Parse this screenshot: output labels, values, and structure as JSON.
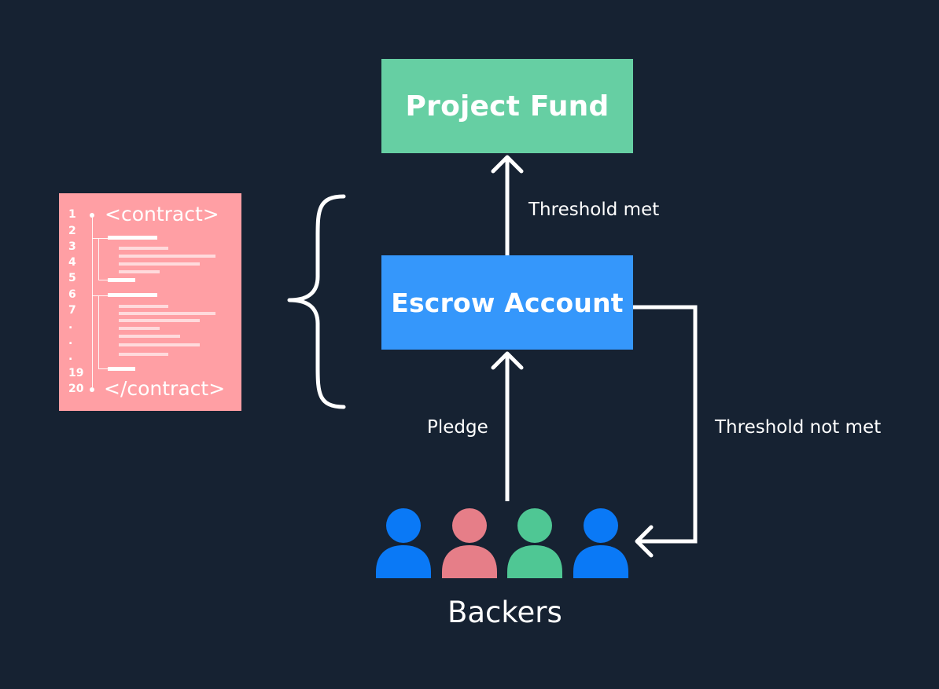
{
  "nodes": {
    "project_fund": "Project Fund",
    "escrow_account": "Escrow Account"
  },
  "edges": {
    "threshold_met": "Threshold met",
    "pledge": "Pledge",
    "threshold_not_met": "Threshold not met"
  },
  "backers": {
    "label": "Backers",
    "colors": [
      "#0a79f6",
      "#e67e88",
      "#4fc794",
      "#0a79f6"
    ]
  },
  "contract_doc": {
    "open_tag": "<contract>",
    "close_tag": "</contract>",
    "line_numbers": [
      "1",
      "2",
      "3",
      "4",
      "5",
      "6",
      "7",
      ".",
      ".",
      ".",
      "19",
      "20"
    ]
  },
  "colors": {
    "background": "#162232",
    "project_fund": "#66cfa3",
    "escrow_account": "#3597fb",
    "contract_doc": "#ff9fa4",
    "lines": "#ffffff"
  }
}
